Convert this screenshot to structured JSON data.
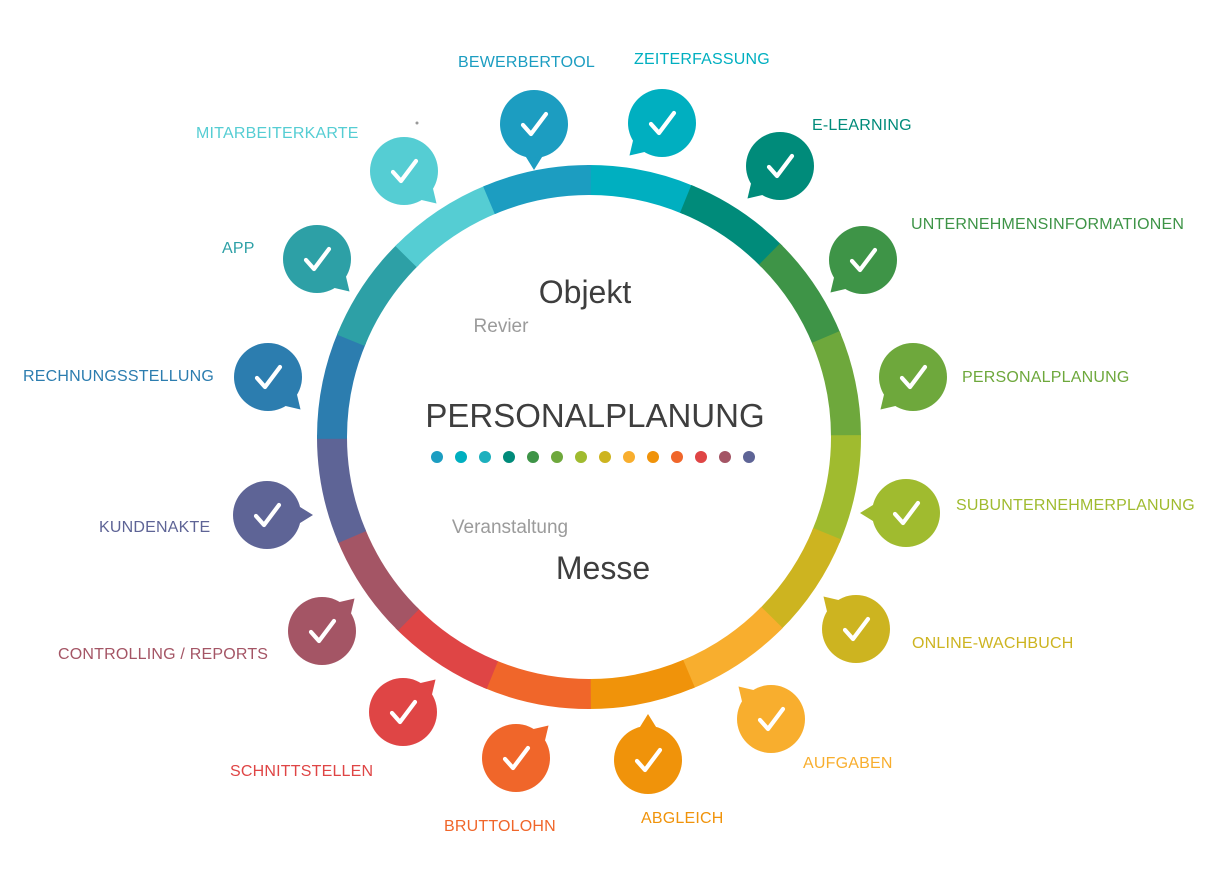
{
  "center": {
    "title": "PERSONALPLANUNG",
    "word_top": "Objekt",
    "word_top_sub": "Revier",
    "word_bottom_sub": "Veranstaltung",
    "word_bottom": "Messe"
  },
  "modules": [
    {
      "label": "ZEITERFASSUNG",
      "color": "#00AFC0"
    },
    {
      "label": "E-LEARNING",
      "color": "#008B7A"
    },
    {
      "label": "UNTERNEHMENSINFORMATIONEN",
      "color": "#3E9447"
    },
    {
      "label": "PERSONALPLANUNG",
      "color": "#6EA83C"
    },
    {
      "label": "SUBUNTERNEHMERPLANUNG",
      "color": "#A0BB2F"
    },
    {
      "label": "ONLINE-WACHBUCH",
      "color": "#CDB420"
    },
    {
      "label": "AUFGABEN",
      "color": "#F8AE2E"
    },
    {
      "label": "ABGLEICH",
      "color": "#F0930A"
    },
    {
      "label": "BRUTTOLOHN",
      "color": "#F0662A"
    },
    {
      "label": "SCHNITTSTELLEN",
      "color": "#DF4545"
    },
    {
      "label": "CONTROLLING / REPORTS",
      "color": "#A45565"
    },
    {
      "label": "KUNDENAKTE",
      "color": "#5E6496"
    },
    {
      "label": "RECHNUNGSSTELLUNG",
      "color": "#2C7DAF"
    },
    {
      "label": "APP",
      "color": "#2DA0A6"
    },
    {
      "label": "MITARBEITERKARTE",
      "color": "#55CDD3"
    },
    {
      "label": "BEWERBERTOOL",
      "color": "#1C9DC1"
    }
  ],
  "dots": [
    "#1C9DC1",
    "#00AFC0",
    "#1DB0BE",
    "#008B7A",
    "#3E9447",
    "#6EA83C",
    "#A0BB2F",
    "#CDB420",
    "#F8AE2E",
    "#F0930A",
    "#F0662A",
    "#DF4545",
    "#A45565",
    "#5E6496"
  ]
}
